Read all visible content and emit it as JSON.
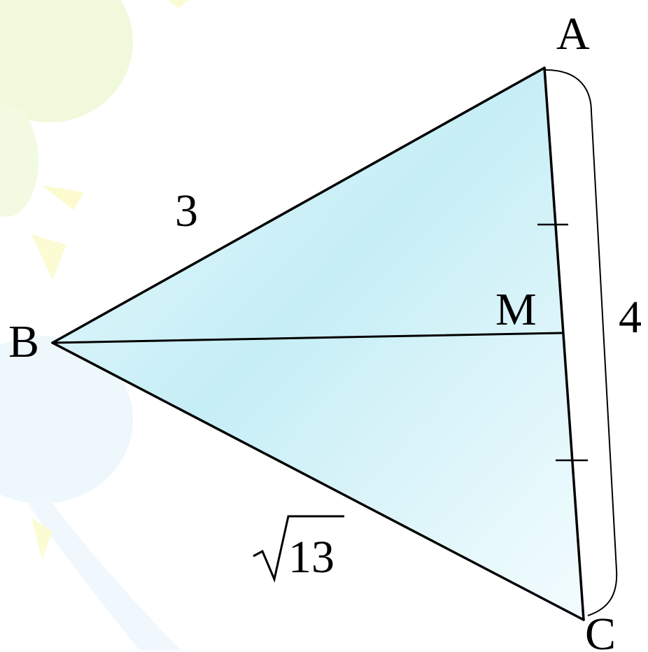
{
  "vertices": {
    "a": "A",
    "b": "B",
    "c": "C",
    "m": "M"
  },
  "sides": {
    "ab": "3",
    "ac": "4",
    "bc_radicand": "13"
  },
  "colors": {
    "fill_light": "#eefbfe",
    "fill_mid": "#c5eef6",
    "stroke": "#000000",
    "deco_green": "#f0f9d8",
    "deco_yellow": "#fbfbd0",
    "deco_blue": "#eef7fc"
  }
}
